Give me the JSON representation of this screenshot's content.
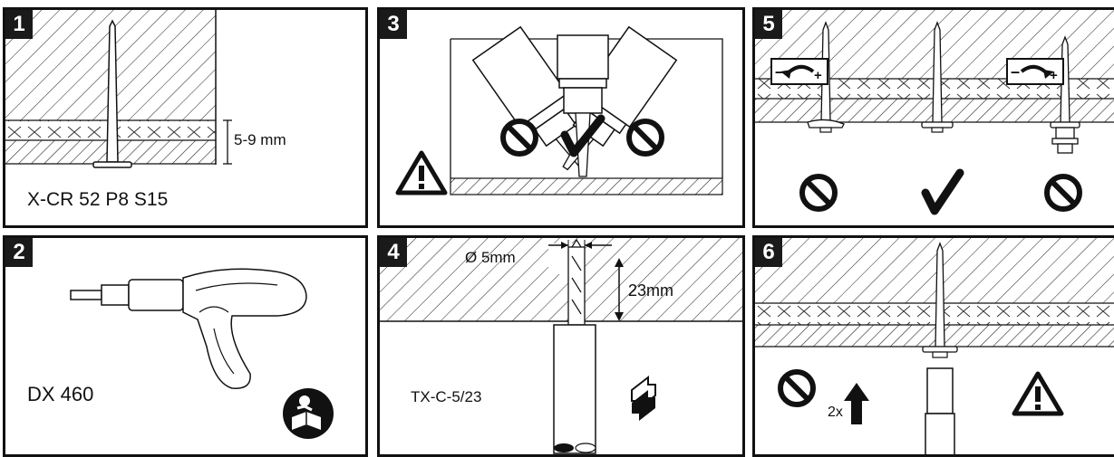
{
  "panels": [
    {
      "number": "1",
      "product_label": "X-CR 52 P8 S15",
      "thickness_label": "5-9 mm"
    },
    {
      "number": "2",
      "tool_label": "DX 460"
    },
    {
      "number": "3"
    },
    {
      "number": "4",
      "diameter_label": "Ø 5mm",
      "depth_label": "23mm",
      "drill_label": "TX-C-5/23"
    },
    {
      "number": "5",
      "minus_sign": "–",
      "plus_sign": "+"
    },
    {
      "number": "6",
      "repeat_label": "2x"
    }
  ],
  "icons": {
    "prohibited": "prohibited-icon",
    "check": "checkmark-icon",
    "warning": "warning-triangle-icon",
    "manual": "read-manual-icon",
    "rotate": "rotate-arrow-icon",
    "up": "up-arrow-icon"
  },
  "colors": {
    "ink": "#111111",
    "background": "#ffffff"
  }
}
